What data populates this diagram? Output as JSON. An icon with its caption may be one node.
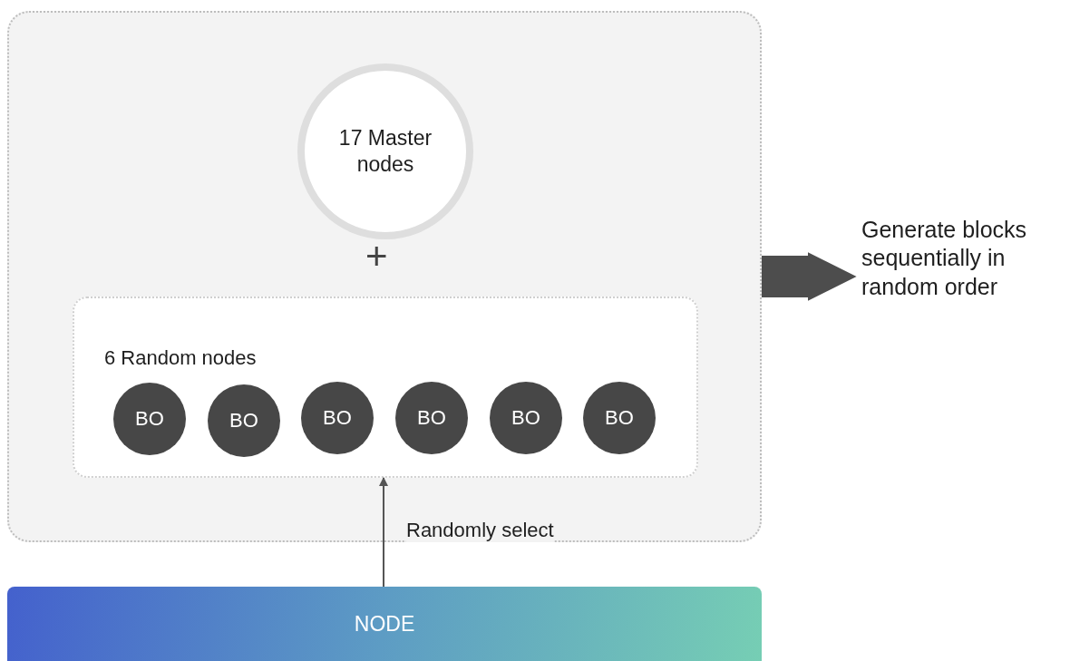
{
  "diagram": {
    "nodes": [
      {
        "text": [],
        "shape": "box"
      },
      {
        "text": [
          "17 Master nodes"
        ],
        "in": 0
      },
      {
        "text": [
          "6 Random nodes"
        ],
        "in": 0
      },
      {
        "text": [
          "BO"
        ],
        "in": 2
      },
      {
        "text": [
          "BO"
        ],
        "in": 2
      },
      {
        "text": [
          "BO"
        ],
        "in": 2
      },
      {
        "text": [
          "BO"
        ],
        "in": 2
      },
      {
        "text": [
          "BO"
        ],
        "in": 2
      },
      {
        "text": [
          "BO"
        ],
        "in": 2
      },
      {
        "text": [
          "NODE"
        ]
      },
      {
        "text": [
          "Generate blocks sequentially in random order"
        ]
      }
    ],
    "edges": [
      {
        "from": 9,
        "to": 2,
        "arrow": "to",
        "label": "Randomly select"
      },
      {
        "from": 0,
        "to": 10,
        "arrow": "to",
        "style": "thick"
      }
    ],
    "labels": [
      "+"
    ]
  }
}
